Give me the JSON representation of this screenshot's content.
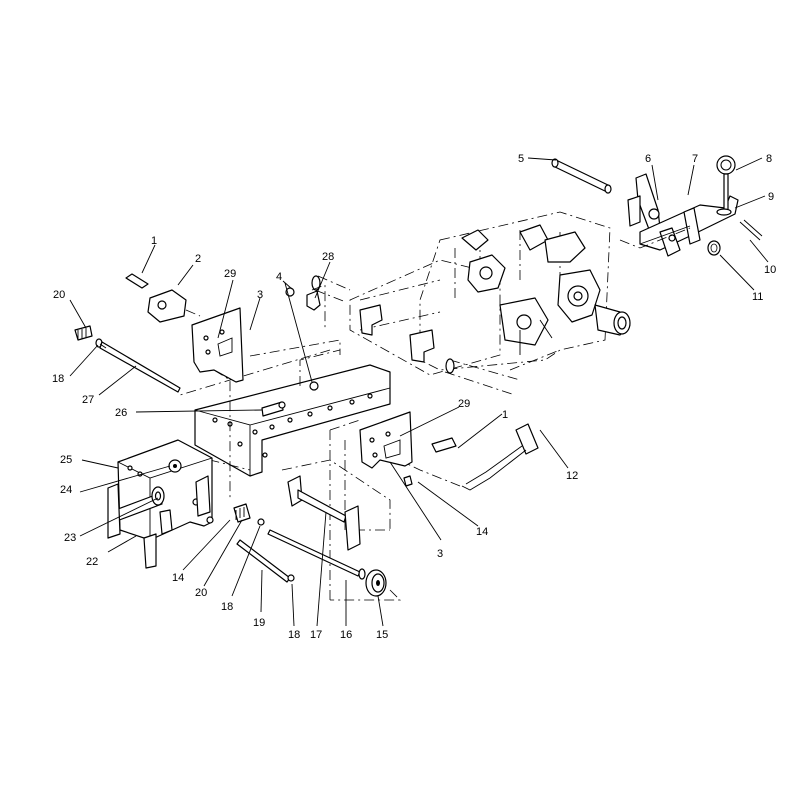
{
  "callouts": [
    {
      "id": "c1a",
      "text": "1"
    },
    {
      "id": "c2",
      "text": "2"
    },
    {
      "id": "c3a",
      "text": "3"
    },
    {
      "id": "c4",
      "text": "4"
    },
    {
      "id": "c5",
      "text": "5"
    },
    {
      "id": "c6",
      "text": "6"
    },
    {
      "id": "c7",
      "text": "7"
    },
    {
      "id": "c8",
      "text": "8"
    },
    {
      "id": "c9",
      "text": "9"
    },
    {
      "id": "c10",
      "text": "10"
    },
    {
      "id": "c11",
      "text": "11"
    },
    {
      "id": "c12",
      "text": "12"
    },
    {
      "id": "c1b",
      "text": "1"
    },
    {
      "id": "c29b",
      "text": "29"
    },
    {
      "id": "c14a",
      "text": "14"
    },
    {
      "id": "c3b",
      "text": "3"
    },
    {
      "id": "c15",
      "text": "15"
    },
    {
      "id": "c16",
      "text": "16"
    },
    {
      "id": "c17",
      "text": "17"
    },
    {
      "id": "c18b",
      "text": "18"
    },
    {
      "id": "c19",
      "text": "19"
    },
    {
      "id": "c18c",
      "text": "18"
    },
    {
      "id": "c20b",
      "text": "20"
    },
    {
      "id": "c14b",
      "text": "14"
    },
    {
      "id": "c22",
      "text": "22"
    },
    {
      "id": "c23",
      "text": "23"
    },
    {
      "id": "c24",
      "text": "24"
    },
    {
      "id": "c25",
      "text": "25"
    },
    {
      "id": "c26",
      "text": "26"
    },
    {
      "id": "c27",
      "text": "27"
    },
    {
      "id": "c18a",
      "text": "18"
    },
    {
      "id": "c20a",
      "text": "20"
    },
    {
      "id": "c29a",
      "text": "29"
    },
    {
      "id": "c28",
      "text": "28"
    }
  ]
}
